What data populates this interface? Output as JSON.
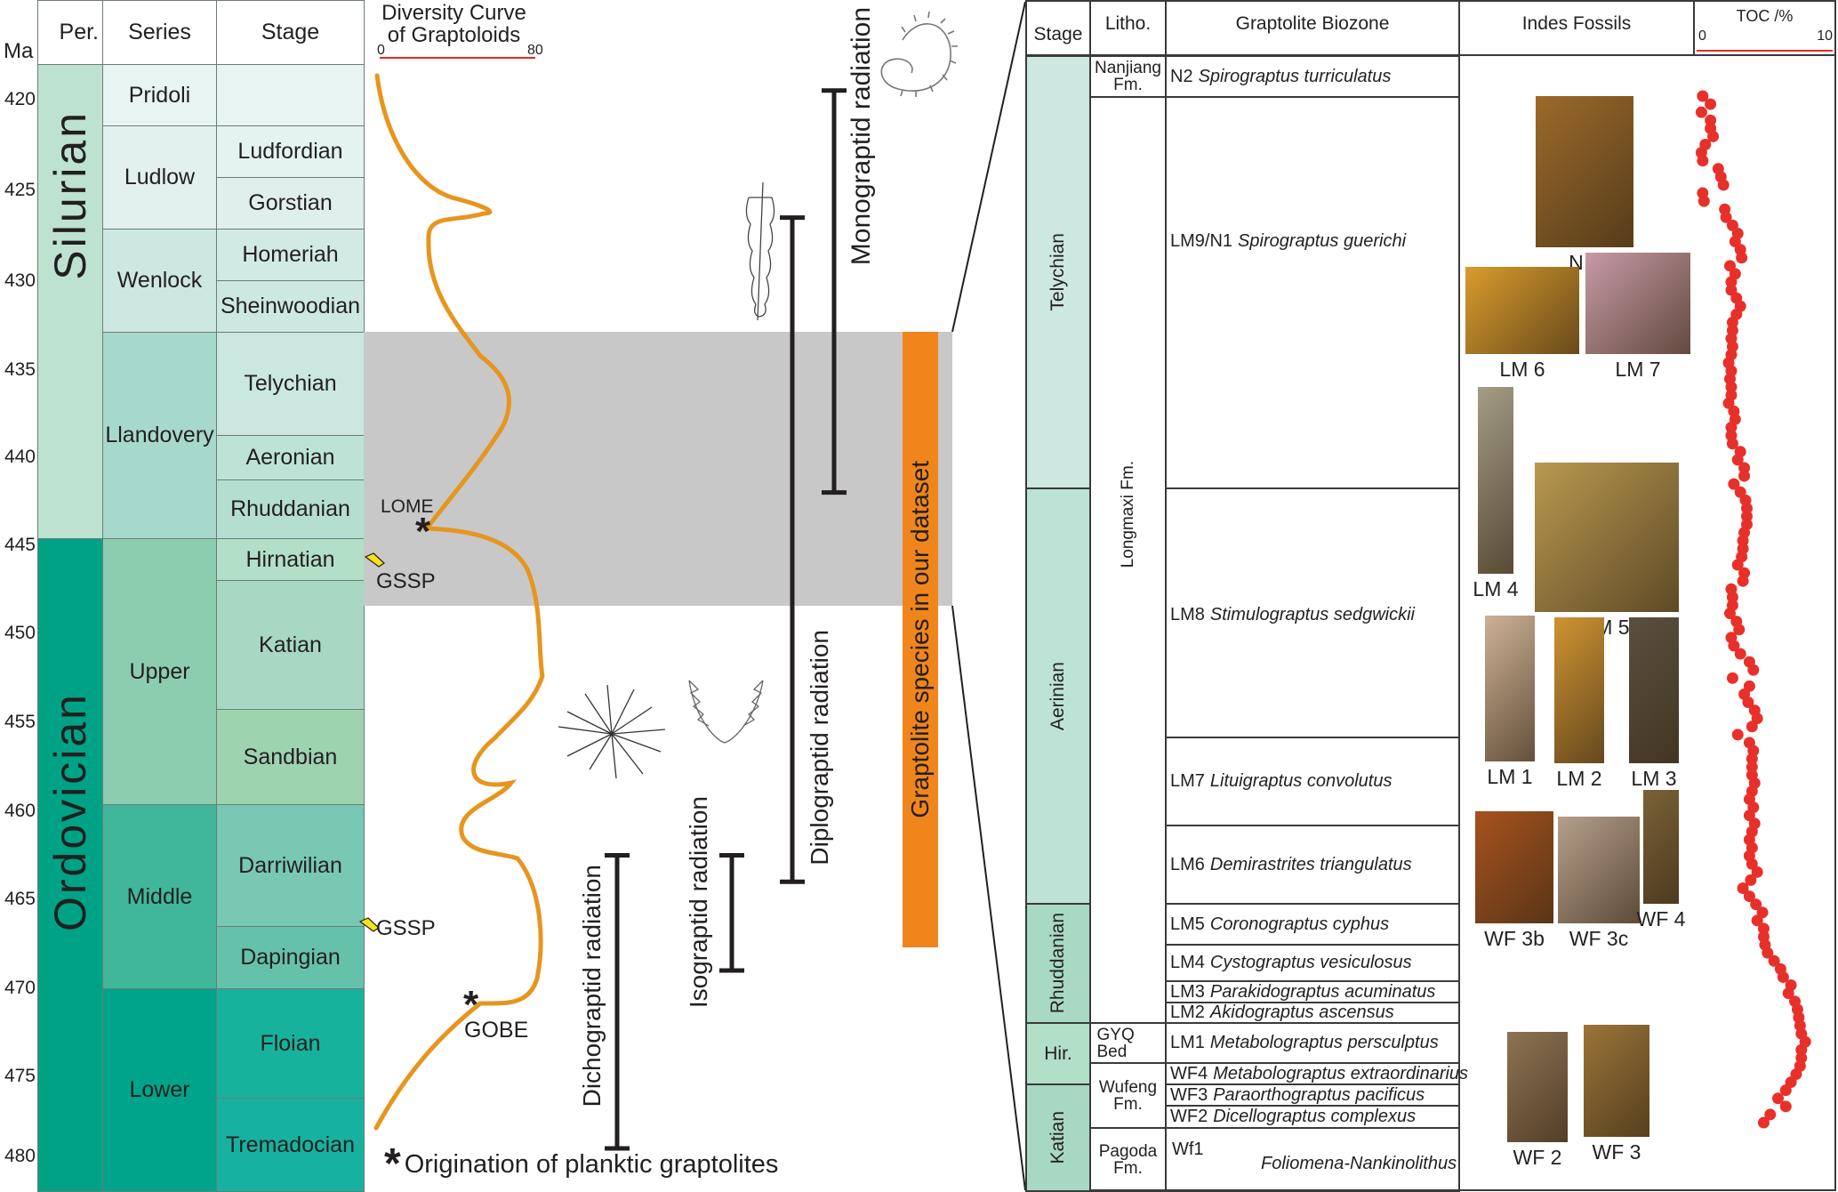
{
  "left_table": {
    "unit_label": "Ma",
    "headers": {
      "period": "Per.",
      "series": "Series",
      "stage": "Stage"
    },
    "ticks": [
      "420",
      "425",
      "430",
      "435",
      "440",
      "445",
      "450",
      "455",
      "460",
      "465",
      "470",
      "475",
      "480"
    ],
    "periods": [
      {
        "name": "Silurian",
        "color": "#bde3d0"
      },
      {
        "name": "Ordovician",
        "color": "#00a286"
      }
    ],
    "series": [
      {
        "name": "Pridoli",
        "color": "#e8f4f1"
      },
      {
        "name": "Ludlow",
        "color": "#e2f1ee"
      },
      {
        "name": "Wenlock",
        "color": "#cde8e1"
      },
      {
        "name": "Llandovery",
        "color": "#a6d9cc"
      },
      {
        "name": "Upper",
        "color": "#8ccdaf"
      },
      {
        "name": "Middle",
        "color": "#40b79a"
      },
      {
        "name": "Lower",
        "color": "#00a48a"
      }
    ],
    "stages": [
      {
        "name": "",
        "color": "#e8f4f1"
      },
      {
        "name": "Ludfordian",
        "color": "#e5f3f0"
      },
      {
        "name": "Gorstian",
        "color": "#dff0ec"
      },
      {
        "name": "Homeriah",
        "color": "#d2eae4"
      },
      {
        "name": "Sheinwoodian",
        "color": "#cce8e0"
      },
      {
        "name": "Telychian",
        "color": "#cae8e0"
      },
      {
        "name": "Aeronian",
        "color": "#bde3d7"
      },
      {
        "name": "Rhuddanian",
        "color": "#b4dfd0"
      },
      {
        "name": "Hirnatian",
        "color": "#b2dfc7"
      },
      {
        "name": "Katian",
        "color": "#a7d8c3"
      },
      {
        "name": "Sandbian",
        "color": "#9ed3b0"
      },
      {
        "name": "Darriwilian",
        "color": "#78c8b4"
      },
      {
        "name": "Dapingian",
        "color": "#66c1aa"
      },
      {
        "name": "Floian",
        "color": "#17b29c"
      },
      {
        "name": "Tremadocian",
        "color": "#17b29f"
      }
    ]
  },
  "diversity": {
    "title_line1": "Diversity Curve",
    "title_line2": "of Graptoloids",
    "axis_min": "0",
    "axis_max": "80",
    "curve_color": "#e6951e",
    "events": {
      "lome": "LOME",
      "gobe": "GOBE"
    },
    "gssp_label": "GSSP",
    "legend": "Origination of planktic graptolites",
    "legend_symbol": "*"
  },
  "radiations": [
    {
      "label": "Dichograptid radiation",
      "start_ma": 462.5,
      "end_ma": 479.5
    },
    {
      "label": "Isograptid radiation",
      "start_ma": 462.5,
      "end_ma": 469
    },
    {
      "label": "Diplograptid radiation",
      "start_ma": 426.5,
      "end_ma": 464
    },
    {
      "label": "Monograptid radiation",
      "start_ma": 419.5,
      "end_ma": 442
    }
  ],
  "dataset_bar": {
    "label": "Graptolite species in our dataset",
    "color": "#f0851c",
    "start_ma": 433.5,
    "end_ma": 468.5
  },
  "highlight_band": {
    "start_ma": 433.5,
    "end_ma": 448.5,
    "color": "#c8c8c8"
  },
  "right_table": {
    "headers": {
      "stage": "Stage",
      "litho": "Litho.",
      "biozone": "Graptolite Biozone",
      "fossils": "Indes Fossils",
      "toc": "TOC /%"
    },
    "toc_axis": {
      "min": "0",
      "max": "10"
    },
    "stages": [
      {
        "name": "Telychian",
        "color": "#cce8e0"
      },
      {
        "name": "Aerinian",
        "color": "#bde3d7"
      },
      {
        "name": "Rhuddanian",
        "color": "#a7d9c3"
      },
      {
        "name": "Hir.",
        "color": "#b2dfc7"
      },
      {
        "name": "Katian",
        "color": "#a7d8c3"
      }
    ],
    "litho": [
      {
        "name": "Nanjiang Fm."
      },
      {
        "name": "Longmaxi Fm."
      },
      {
        "name": "GYQ Bed"
      },
      {
        "name": "Wufeng Fm."
      },
      {
        "name": "Pagoda Fm."
      }
    ],
    "biozones": [
      {
        "code": "N2",
        "taxon": "Spirograptus turriculatus"
      },
      {
        "code": "LM9/N1",
        "taxon": "Spirograptus guerichi"
      },
      {
        "code": "LM8",
        "taxon": "Stimulograptus sedgwickii"
      },
      {
        "code": "LM7",
        "taxon": "Lituigraptus convolutus"
      },
      {
        "code": "LM6",
        "taxon": "Demirastrites triangulatus"
      },
      {
        "code": "LM5",
        "taxon": "Coronograptus cyphus"
      },
      {
        "code": "LM4",
        "taxon": "Cystograptus vesiculosus"
      },
      {
        "code": "LM3",
        "taxon": "Parakidograptus acuminatus"
      },
      {
        "code": "LM2",
        "taxon": "Akidograptus ascensus"
      },
      {
        "code": "LM1",
        "taxon": "Metabolograptus persculptus"
      },
      {
        "code": "WF4",
        "taxon": "Metabolograptus extraordinarius"
      },
      {
        "code": "WF3",
        "taxon": "Paraorthograptus pacificus"
      },
      {
        "code": "WF2",
        "taxon": "Dicellograptus complexus"
      },
      {
        "code": "Wf1",
        "taxon": "Foliomena-Nankinolithus"
      }
    ],
    "fossils": [
      {
        "label": "N 2",
        "color": "#9c6a2a"
      },
      {
        "label": "LM 6",
        "color": "#d99b2c"
      },
      {
        "label": "LM 7",
        "color": "#c79aa6"
      },
      {
        "label": "LM 4",
        "color": "#a39d83"
      },
      {
        "label": "LM 5",
        "color": "#b9994f"
      },
      {
        "label": "LM 1",
        "color": "#cdb196"
      },
      {
        "label": "LM 2",
        "color": "#cf9432"
      },
      {
        "label": "LM 3",
        "color": "#5a5040"
      },
      {
        "label": "WF 3b",
        "color": "#a7521d"
      },
      {
        "label": "WF 3c",
        "color": "#b59f8c"
      },
      {
        "label": "WF 4",
        "color": "#7b6238"
      },
      {
        "label": "WF 2",
        "color": "#8e7354"
      },
      {
        "label": "WF 3",
        "color": "#9b7538"
      }
    ],
    "toc_color": "#e8302a",
    "toc_values_top_to_bottom": [
      0.4,
      1.0,
      0.3,
      1.0,
      1.0,
      1.2,
      0.6,
      0.3,
      0.4,
      1.6,
      1.8,
      2.0,
      0.4,
      0.5,
      2.1,
      2.2,
      2.7,
      3.1,
      2.9,
      3.3,
      3.4,
      2.5,
      2.9,
      2.6,
      2.6,
      3.0,
      3.3,
      3.0,
      2.7,
      2.7,
      2.6,
      2.7,
      2.6,
      2.4,
      2.6,
      2.5,
      2.6,
      2.6,
      2.4,
      2.8,
      2.9,
      2.6,
      2.6,
      2.7,
      3.3,
      3.1,
      3.6,
      3.6,
      2.8,
      3.3,
      3.7,
      3.8,
      3.8,
      3.8,
      3.6,
      3.5,
      3.5,
      3.4,
      3.1,
      3.6,
      3.5,
      2.6,
      2.7,
      2.7,
      2.5,
      3.0,
      3.2,
      2.6,
      2.8,
      3.3,
      4.0,
      4.3,
      2.7,
      4.0,
      3.6,
      3.9,
      4.4,
      4.6,
      4.2,
      3.1,
      4.0,
      4.3,
      4.2,
      4.2,
      4.2,
      4.4,
      4.2,
      4.0,
      4.3,
      4.0,
      4.4,
      4.2,
      4.0,
      4.2,
      4.0,
      4.2,
      4.6,
      4.1,
      3.5,
      4.0,
      4.5,
      5.0,
      4.6,
      5.1,
      5.1,
      5.2,
      5.4,
      5.9,
      6.4,
      6.6,
      7.2,
      7.0,
      7.5,
      7.7,
      7.8,
      7.9,
      8.0,
      8.3,
      8.0,
      8.0,
      7.9,
      7.6,
      7.2,
      6.8,
      6.2,
      6.8,
      5.6,
      5.1
    ]
  }
}
